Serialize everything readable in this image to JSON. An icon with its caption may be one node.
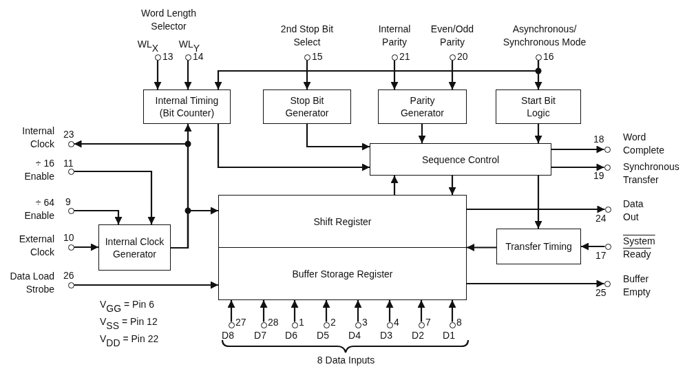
{
  "diagram": {
    "nodes": [
      {
        "text": [],
        "shape": "circle",
        "beside": [
          "WL$_{X}$",
          "13"
        ]
      },
      {
        "text": [],
        "shape": "circle",
        "beside": [
          "WL$_{Y}$",
          "14"
        ]
      },
      {
        "text": [],
        "shape": "circle",
        "beside": [
          "2nd Stop Bit Select",
          "15"
        ]
      },
      {
        "text": [],
        "shape": "circle",
        "beside": [
          "Internal Parity",
          "21"
        ]
      },
      {
        "text": [],
        "shape": "circle",
        "beside": [
          "Even/Odd Parity",
          "20"
        ]
      },
      {
        "text": [],
        "shape": "circle",
        "beside": [
          "Asynchronous/ Synchronous Mode",
          "16"
        ]
      },
      {
        "text": [
          "Internal Timing (Bit Counter)"
        ]
      },
      {
        "text": [
          "Stop Bit Generator"
        ]
      },
      {
        "text": [
          "Parity Generator"
        ]
      },
      {
        "text": [
          "Start Bit Logic"
        ]
      },
      {
        "text": [],
        "shape": "circle",
        "beside": [
          "Internal Clock",
          "23"
        ]
      },
      {
        "text": [],
        "shape": "circle",
        "beside": [
          "÷ 16 Enable",
          "11"
        ]
      },
      {
        "text": [
          "Sequence Control"
        ]
      },
      {
        "text": [],
        "shape": "circle",
        "beside": [
          "Word Complete",
          "18"
        ]
      },
      {
        "text": [],
        "shape": "circle",
        "beside": [
          "Synchronous Transfer",
          "19"
        ]
      },
      {
        "text": [],
        "shape": "circle",
        "beside": [
          "÷ 64 Enable",
          "9"
        ]
      },
      {
        "text": [
          "Shift Register"
        ]
      },
      {
        "text": [],
        "shape": "circle",
        "beside": [
          "Data Out",
          "24"
        ]
      },
      {
        "text": [],
        "shape": "circle",
        "beside": [
          "External Clock",
          "10"
        ]
      },
      {
        "text": [
          "Internal Clock Generator"
        ]
      },
      {
        "text": [
          "Transfer Timing"
        ]
      },
      {
        "text": [],
        "shape": "circle",
        "beside": [
          "System Ready",
          "17"
        ]
      },
      {
        "text": [],
        "shape": "circle",
        "beside": [
          "Data Load Strobe",
          "26"
        ]
      },
      {
        "text": [
          "Buffer Storage Register"
        ]
      },
      {
        "text": [],
        "shape": "circle",
        "beside": [
          "Buffer Empty",
          "25"
        ]
      },
      {
        "text": [],
        "shape": "circle",
        "beside": [
          "D8",
          "27"
        ]
      },
      {
        "text": [],
        "shape": "circle",
        "beside": [
          "D7",
          "28"
        ]
      },
      {
        "text": [],
        "shape": "circle",
        "beside": [
          "D6",
          "1"
        ]
      },
      {
        "text": [],
        "shape": "circle",
        "beside": [
          "D5",
          "2"
        ]
      },
      {
        "text": [],
        "shape": "circle",
        "beside": [
          "D4",
          "3"
        ]
      },
      {
        "text": [],
        "shape": "circle",
        "beside": [
          "D3",
          "4"
        ]
      },
      {
        "text": [],
        "shape": "circle",
        "beside": [
          "D2",
          "7"
        ]
      },
      {
        "text": [],
        "shape": "circle",
        "beside": [
          "D1",
          "8"
        ]
      }
    ],
    "edges": [
      {
        "from": 0,
        "to": 6,
        "arrow": "to"
      },
      {
        "from": 1,
        "to": 6,
        "arrow": "to"
      },
      {
        "from": 5,
        "to": 6,
        "arrow": "to"
      },
      {
        "from": 2,
        "to": 7,
        "arrow": "to"
      },
      {
        "from": 3,
        "to": 8,
        "arrow": "to"
      },
      {
        "from": 4,
        "to": 8,
        "arrow": "to"
      },
      {
        "from": 5,
        "to": 9,
        "arrow": "to"
      },
      {
        "from": 7,
        "to": 12,
        "arrow": "to"
      },
      {
        "from": 8,
        "to": 12,
        "arrow": "to"
      },
      {
        "from": 9,
        "to": 12,
        "arrow": "to"
      },
      {
        "from": 6,
        "to": 12,
        "arrow": "to"
      },
      {
        "from": 19,
        "to": 6,
        "arrow": "to"
      },
      {
        "from": 19,
        "to": 10,
        "arrow": "to"
      },
      {
        "from": 19,
        "to": 16,
        "arrow": "to"
      },
      {
        "from": 11,
        "to": 19,
        "arrow": "to"
      },
      {
        "from": 15,
        "to": 19,
        "arrow": "to"
      },
      {
        "from": 18,
        "to": 19,
        "arrow": "to"
      },
      {
        "from": 22,
        "to": 23,
        "arrow": "to"
      },
      {
        "from": 12,
        "to": 16,
        "arrow": "to"
      },
      {
        "from": 16,
        "to": 12,
        "arrow": "to"
      },
      {
        "from": 12,
        "to": 13,
        "arrow": "to"
      },
      {
        "from": 12,
        "to": 14,
        "arrow": "to"
      },
      {
        "from": 16,
        "to": 17,
        "arrow": "to"
      },
      {
        "from": 12,
        "to": 20,
        "arrow": "to"
      },
      {
        "from": 21,
        "to": 20,
        "arrow": "to"
      },
      {
        "from": 20,
        "to": 16,
        "arrow": "to"
      },
      {
        "from": 23,
        "to": 24,
        "arrow": "to"
      },
      {
        "from": 25,
        "to": 23,
        "arrow": "to"
      },
      {
        "from": 26,
        "to": 23,
        "arrow": "to"
      },
      {
        "from": 27,
        "to": 23,
        "arrow": "to"
      },
      {
        "from": 28,
        "to": 23,
        "arrow": "to"
      },
      {
        "from": 29,
        "to": 23,
        "arrow": "to"
      },
      {
        "from": 30,
        "to": 23,
        "arrow": "to"
      },
      {
        "from": 31,
        "to": 23,
        "arrow": "to"
      },
      {
        "from": 32,
        "to": 23,
        "arrow": "to"
      }
    ],
    "labels": [
      "Word Length Selector",
      "V$_{GG}$ = Pin 6",
      "V$_{SS}$ = Pin 12",
      "V$_{DD}$ = Pin 22",
      "8 Data Inputs"
    ]
  }
}
